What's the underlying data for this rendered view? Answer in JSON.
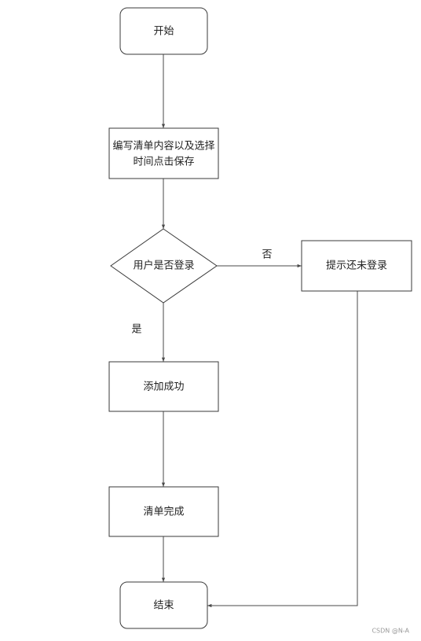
{
  "nodes": {
    "start": "开始",
    "edit_line1": "编写清单内容以及选择",
    "edit_line2": "时间点击保存",
    "decision": "用户是否登录",
    "not_logged": "提示还未登录",
    "added": "添加成功",
    "done": "清单完成",
    "end": "结束"
  },
  "edges": {
    "yes_label": "是",
    "no_label": "否"
  },
  "watermark": "CSDN @N-A"
}
